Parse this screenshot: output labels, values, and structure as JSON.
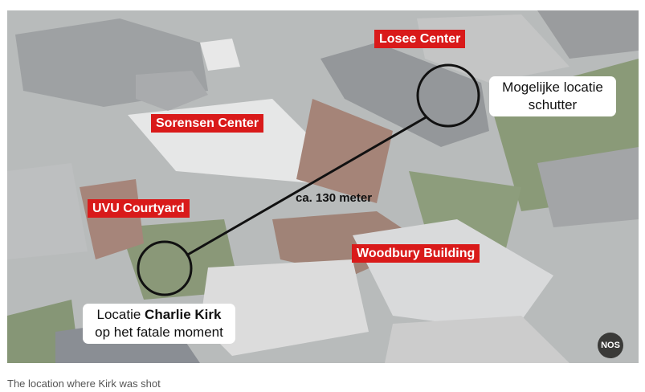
{
  "image": {
    "labels": {
      "losee": "Losee Center",
      "sorensen": "Sorensen Center",
      "courtyard": "UVU Courtyard",
      "woodbury": "Woodbury Building"
    },
    "shooter_callout": {
      "line1": "Mogelijke locatie",
      "line2": "schutter"
    },
    "kirk_callout": {
      "prefix": "Locatie ",
      "name": "Charlie Kirk",
      "line2": "op het fatale moment"
    },
    "distance": "ca. 130 meter",
    "badge": "NOS",
    "colors": {
      "label_bg": "#d91a1a",
      "marker": "#111111"
    }
  },
  "caption": "The location where Kirk was shot"
}
